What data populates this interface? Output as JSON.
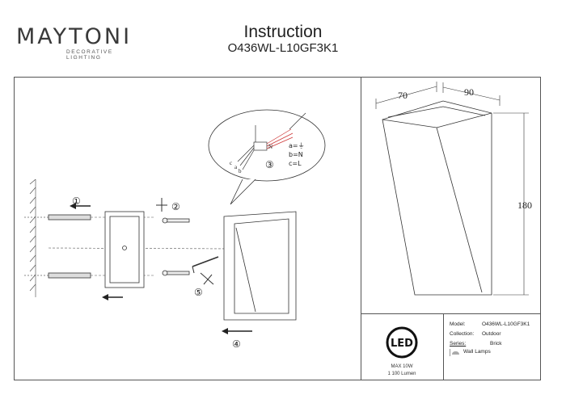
{
  "brand": {
    "name": "MAYTONI",
    "tagline": "DECORATIVE LIGHTING"
  },
  "header": {
    "title": "Instruction",
    "model_code": "O436WL-L10GF3K1"
  },
  "installation": {
    "steps": [
      "①",
      "②",
      "③",
      "④",
      "⑤"
    ],
    "wiring": {
      "a": "a=⏚",
      "b": "b=N",
      "c": "c=L",
      "n_mark": "N",
      "letters": [
        "a",
        "b",
        "c"
      ]
    }
  },
  "dimensions": {
    "width": "70",
    "depth": "90",
    "height": "180"
  },
  "badge": {
    "text": "LED",
    "power": "MAX 10W",
    "lumen": "1 100 Lumen"
  },
  "specs": {
    "model_label": "Model:",
    "model_value": "O436WL-L10GF3K1",
    "collection_label": "Collection:",
    "collection_value": "Outdoor",
    "series_label": "Series:",
    "series_value": "Brick",
    "type_value": "Wall Lamps"
  }
}
